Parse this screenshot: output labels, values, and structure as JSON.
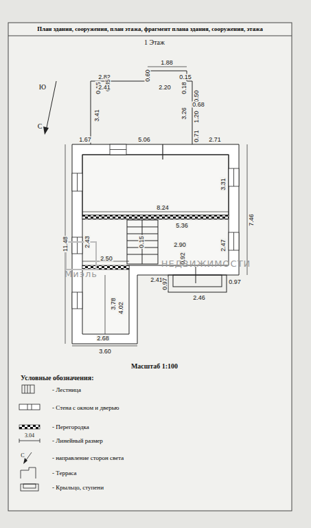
{
  "diagram": {
    "title": "План здания, сооружения, план этажа, фрагмент плана здания, сооружения, этажа",
    "labels": [
      "1 Этаж",
      "Ю",
      "С",
      "2.82",
      "0.15",
      "0.35",
      "1.88",
      "0.60",
      "0.15",
      "2.41",
      "2.20",
      "0.18",
      "0.50",
      "3.41",
      "3.26",
      "0.68",
      "1.20",
      "0.71",
      "1.67",
      "5.06",
      "2.71",
      "3.31",
      "8.24",
      "7.46",
      "5.36",
      "11.48",
      "2.43",
      "0.15",
      "2.90",
      "2.47",
      "2.50",
      "0.92",
      "2.41",
      "0.97",
      "0.97",
      "2.46",
      "3.78",
      "4.02",
      "2.68",
      "3.60",
      "Масштаб 1:100",
      "Условные обозначения:",
      "3.04",
      "С",
      "Миэль",
      "НЕДВИЖИМОСТИ"
    ],
    "legend": [
      {
        "text": "- Лестница"
      },
      {
        "text": "- Стена с окном и дверью"
      },
      {
        "text": "- Перегородка"
      },
      {
        "text": "- Линейный размер"
      },
      {
        "text": "- направление сторон света"
      },
      {
        "text": "- Терраса"
      },
      {
        "text": "- Крыльцо, ступени"
      }
    ]
  }
}
